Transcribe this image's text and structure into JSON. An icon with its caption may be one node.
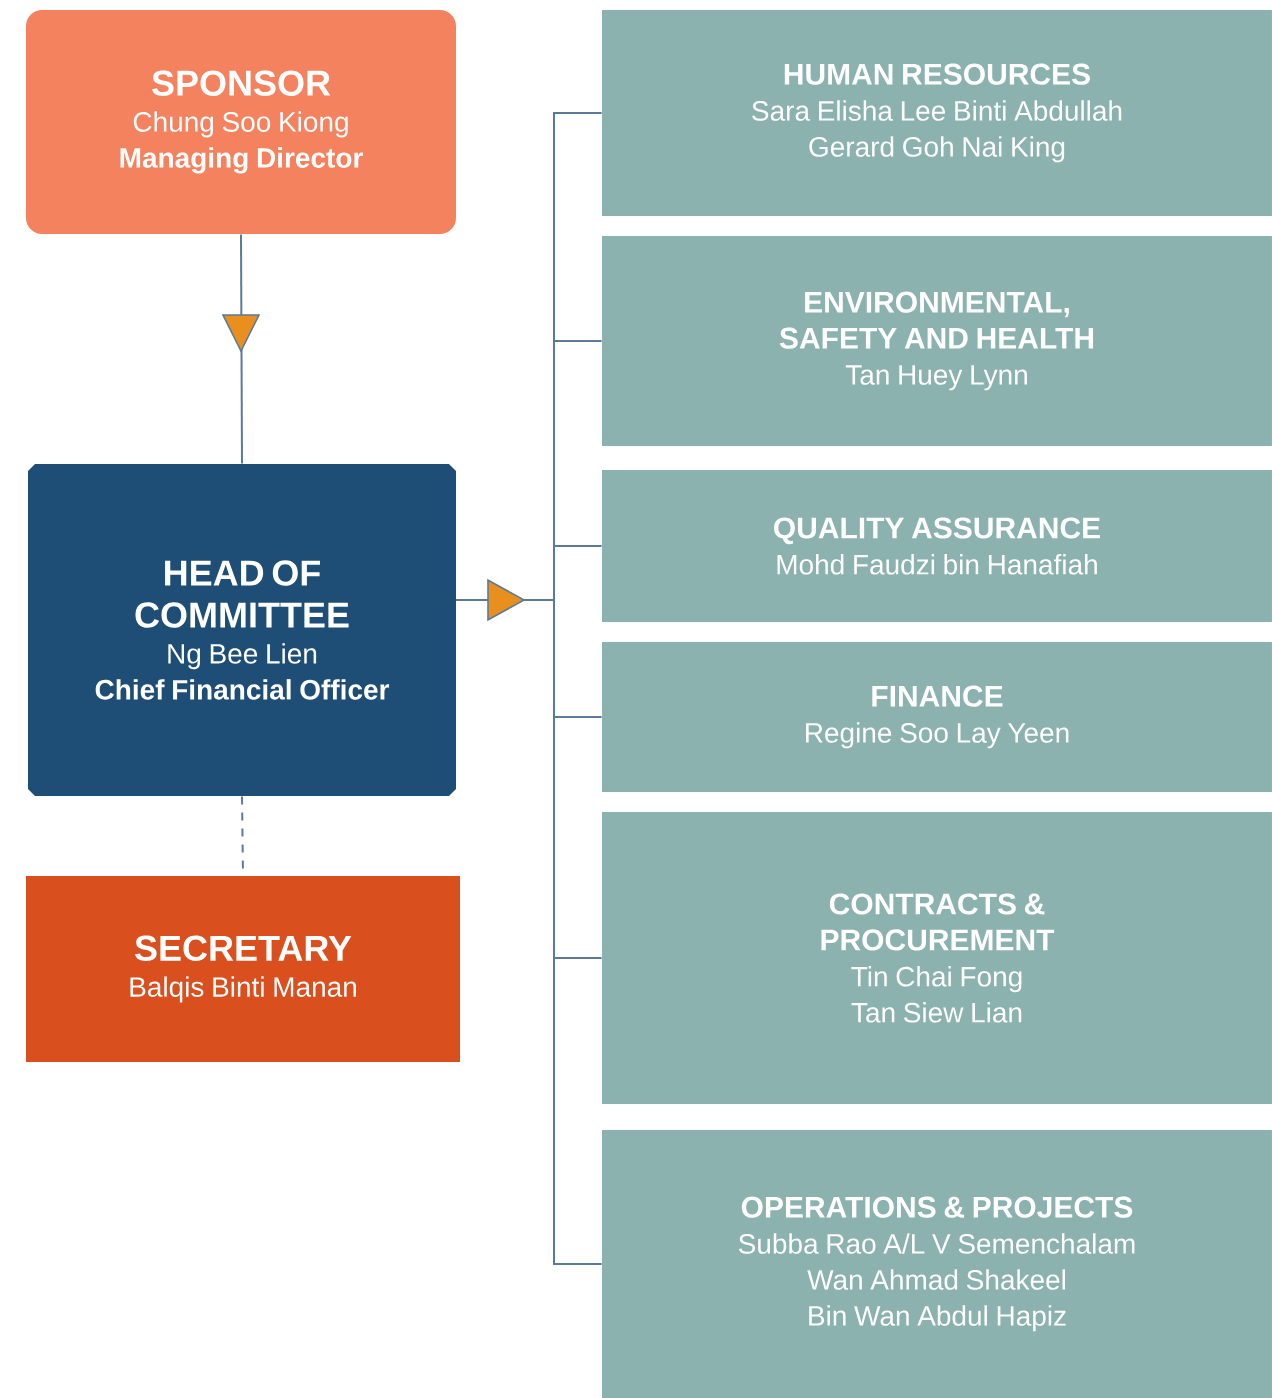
{
  "diagram": {
    "nodes": [
      {
        "text": [
          "SPONSOR",
          "Chung Soo Kiong",
          "Managing Director"
        ]
      },
      {
        "text": [
          "HEAD OF COMMITTEE",
          "Ng Bee Lien",
          "Chief Financial Officer"
        ]
      },
      {
        "text": [
          "SECRETARY",
          "Balqis Binti Manan"
        ]
      },
      {
        "text": [
          "HUMAN RESOURCES",
          "Sara Elisha Lee Binti Abdullah",
          "Gerard Goh Nai King"
        ]
      },
      {
        "text": [
          "ENVIRONMENTAL, SAFETY AND HEALTH",
          "Tan Huey Lynn"
        ]
      },
      {
        "text": [
          "QUALITY ASSURANCE",
          "Mohd Faudzi bin Hanafiah"
        ]
      },
      {
        "text": [
          "FINANCE",
          "Regine Soo Lay Yeen"
        ]
      },
      {
        "text": [
          "CONTRACTS & PROCUREMENT",
          "Tin Chai Fong",
          "Tan Siew Lian"
        ]
      },
      {
        "text": [
          "OPERATIONS & PROJECTS",
          "Subba Rao A/L V Semenchalam",
          "Wan Ahmad Shakeel Bin Wan Abdul Hapiz"
        ]
      }
    ],
    "edges": [
      {
        "from": 0,
        "to": 1,
        "arrow": "to"
      },
      {
        "from": 1,
        "to": 2,
        "arrow": "none",
        "style": "dashed"
      },
      {
        "from": 1,
        "to": 3,
        "arrow": "to"
      },
      {
        "from": 1,
        "to": 4,
        "arrow": "to"
      },
      {
        "from": 1,
        "to": 5,
        "arrow": "to"
      },
      {
        "from": 1,
        "to": 6,
        "arrow": "to"
      },
      {
        "from": 1,
        "to": 7,
        "arrow": "to"
      },
      {
        "from": 1,
        "to": 8,
        "arrow": "to"
      }
    ]
  }
}
